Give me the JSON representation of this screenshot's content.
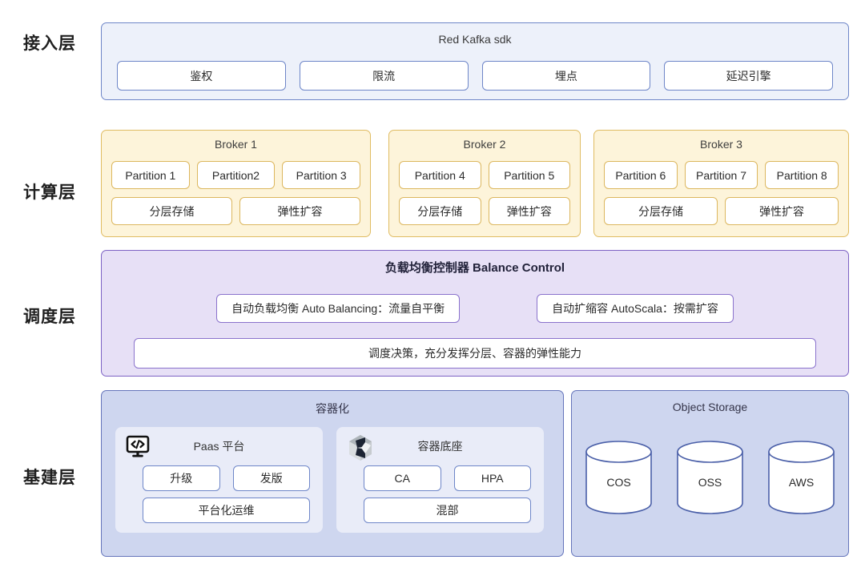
{
  "layers": [
    {
      "label": "接入层"
    },
    {
      "label": "计算层"
    },
    {
      "label": "调度层"
    },
    {
      "label": "基建层"
    }
  ],
  "access_layer": {
    "title": "Red Kafka sdk",
    "chips": [
      {
        "label": "鉴权"
      },
      {
        "label": "限流"
      },
      {
        "label": "埋点"
      },
      {
        "label": "延迟引擎"
      }
    ]
  },
  "compute_layer": {
    "brokers": [
      {
        "title": "Broker 1",
        "partitions": [
          "Partition 1",
          "Partition2",
          "Partition 3"
        ],
        "features": [
          "分层存储",
          "弹性扩容"
        ]
      },
      {
        "title": "Broker 2",
        "partitions": [
          "Partition 4",
          "Partition 5"
        ],
        "features": [
          "分层存储",
          "弹性扩容"
        ]
      },
      {
        "title": "Broker 3",
        "partitions": [
          "Partition 6",
          "Partition 7",
          "Partition 8"
        ],
        "features": [
          "分层存储",
          "弹性扩容"
        ]
      }
    ]
  },
  "schedule_layer": {
    "title": "负载均衡控制器 Balance Control",
    "chips": [
      {
        "label": "自动负载均衡 Auto Balancing：流量自平衡"
      },
      {
        "label": "自动扩缩容 AutoScala：按需扩容"
      }
    ],
    "wide": "调度决策，充分发挥分层、容器的弹性能力"
  },
  "infra_layer": {
    "containerization": {
      "title": "容器化",
      "cards": [
        {
          "title": "Paas 平台",
          "icon": "code-monitor-icon",
          "rows": [
            [
              "升级",
              "发版"
            ],
            [
              "平台化运维"
            ]
          ]
        },
        {
          "title": "容器底座",
          "icon": "container-cube-icon",
          "rows": [
            [
              "CA",
              "HPA"
            ],
            [
              "混部"
            ]
          ]
        }
      ]
    },
    "object_storage": {
      "title": "Object Storage",
      "stores": [
        "COS",
        "OSS",
        "AWS"
      ]
    }
  },
  "colors": {
    "access_bg": "#edf1fa",
    "access_border": "#6e86c8",
    "compute_bg": "#fdf4da",
    "compute_border": "#e0bc63",
    "schedule_bg": "#e7e0f6",
    "schedule_border": "#7d62c4",
    "infra_bg": "#ced6ef",
    "infra_border": "#6575bb",
    "card_bg": "#e9ecf8",
    "chip_bg": "#ffffff"
  }
}
